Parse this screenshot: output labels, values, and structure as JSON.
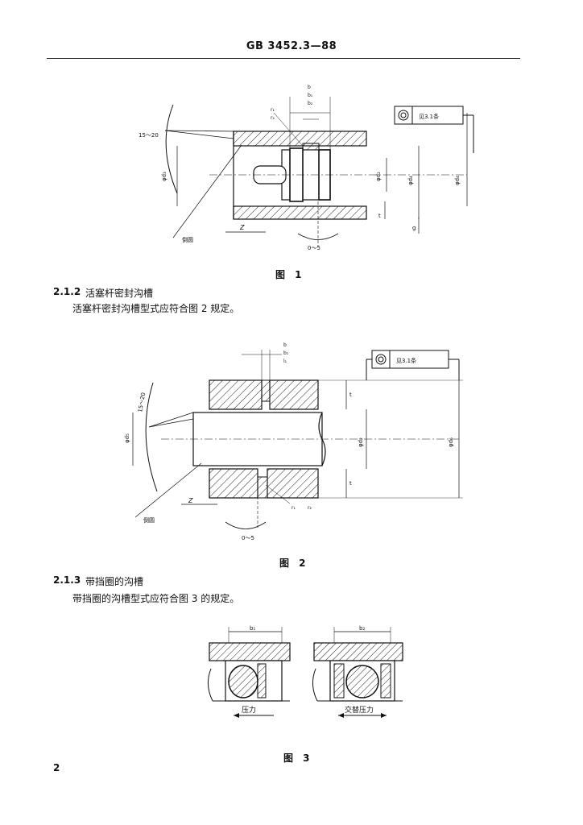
{
  "header": {
    "standard": "GB 3452.3—88"
  },
  "figure1": {
    "caption": "图 1",
    "labels": {
      "angle": "15～20",
      "d": "φd₃",
      "d2": "φd₂",
      "d4": "φd₄",
      "t": "t",
      "g": "g",
      "z": "Z",
      "chamfer": "倒圆",
      "zero5": "0～5",
      "b": "b",
      "b1": "b₁",
      "b2": "b₂",
      "r1": "r₁",
      "r2": "r₂",
      "note": "见3.1条"
    }
  },
  "section212": {
    "num": "2.1.2",
    "title": "活塞杆密封沟槽",
    "text": "活塞杆密封沟槽型式应符合图 2 规定。"
  },
  "figure2": {
    "caption": "图 2",
    "labels": {
      "angle": "15～20",
      "d": "φd₅",
      "d2": "φd₂",
      "d6": "φd₆",
      "t": "t",
      "z": "Z",
      "chamfer": "倒圆",
      "zero5": "0～5",
      "b": "b",
      "b1": "b₁",
      "l1": "l₁",
      "r1": "r₁",
      "r2": "r₂",
      "note": "见3.1条"
    }
  },
  "section213": {
    "num": "2.1.3",
    "title": "带挡圈的沟槽",
    "text": "带挡圈的沟槽型式应符合图 3 的规定。"
  },
  "figure3": {
    "caption": "图 3",
    "left": {
      "dim": "b₁",
      "label": "压力"
    },
    "right": {
      "dim": "b₂",
      "label": "交替压力"
    }
  },
  "page_number": "2"
}
